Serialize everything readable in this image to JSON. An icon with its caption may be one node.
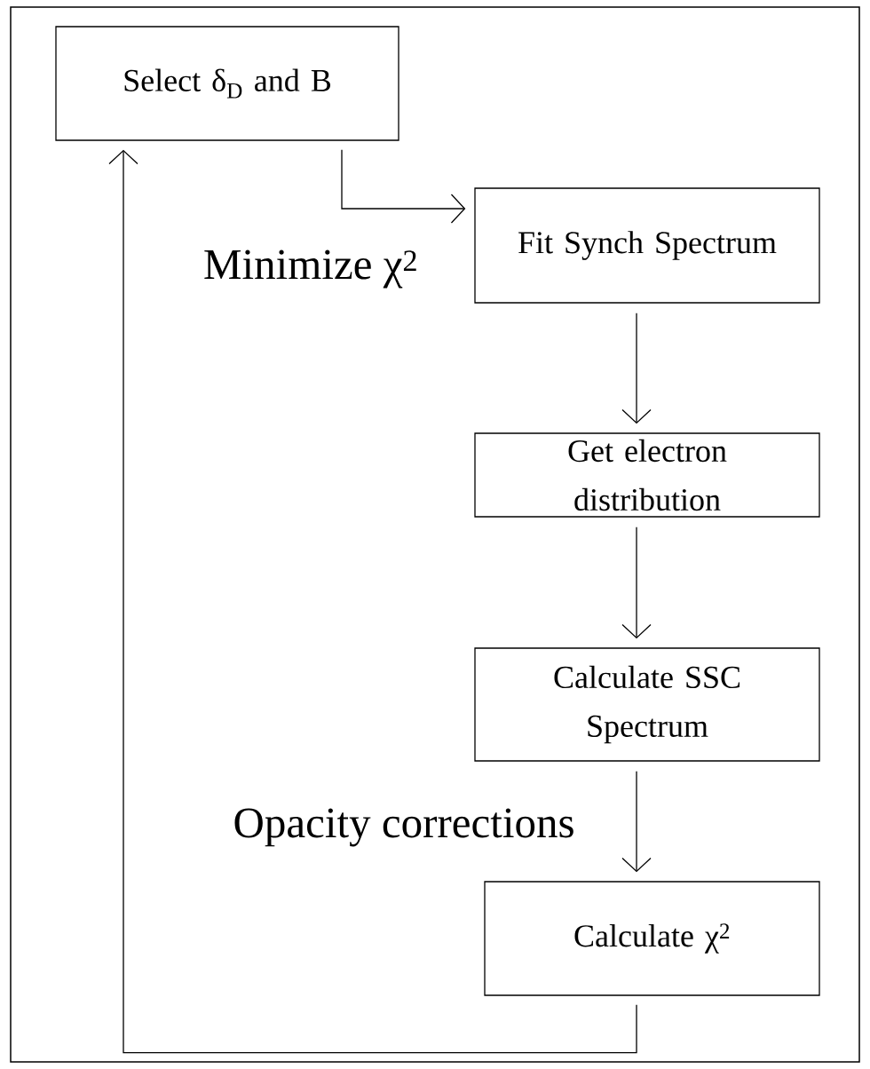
{
  "diagram": {
    "nodes": [
      {
        "text": [
          "Select δ$_{D}$ and B"
        ]
      },
      {
        "text": [
          "Fit Synch Spectrum"
        ]
      },
      {
        "text": [
          "Get electron distribution"
        ]
      },
      {
        "text": [
          "Calculate SSC Spectrum"
        ]
      },
      {
        "text": [
          "Calculate  χ$^{2}$"
        ]
      }
    ],
    "edges": [
      {
        "from": 0,
        "to": 1,
        "arrow": "to"
      },
      {
        "from": 1,
        "to": 2,
        "arrow": "to"
      },
      {
        "from": 2,
        "to": 3,
        "arrow": "to"
      },
      {
        "from": 3,
        "to": 4,
        "arrow": "to"
      },
      {
        "from": 4,
        "to": 0,
        "arrow": "to"
      }
    ],
    "labels": [
      "Minimize χ$^{2}$",
      "Opacity corrections"
    ]
  }
}
